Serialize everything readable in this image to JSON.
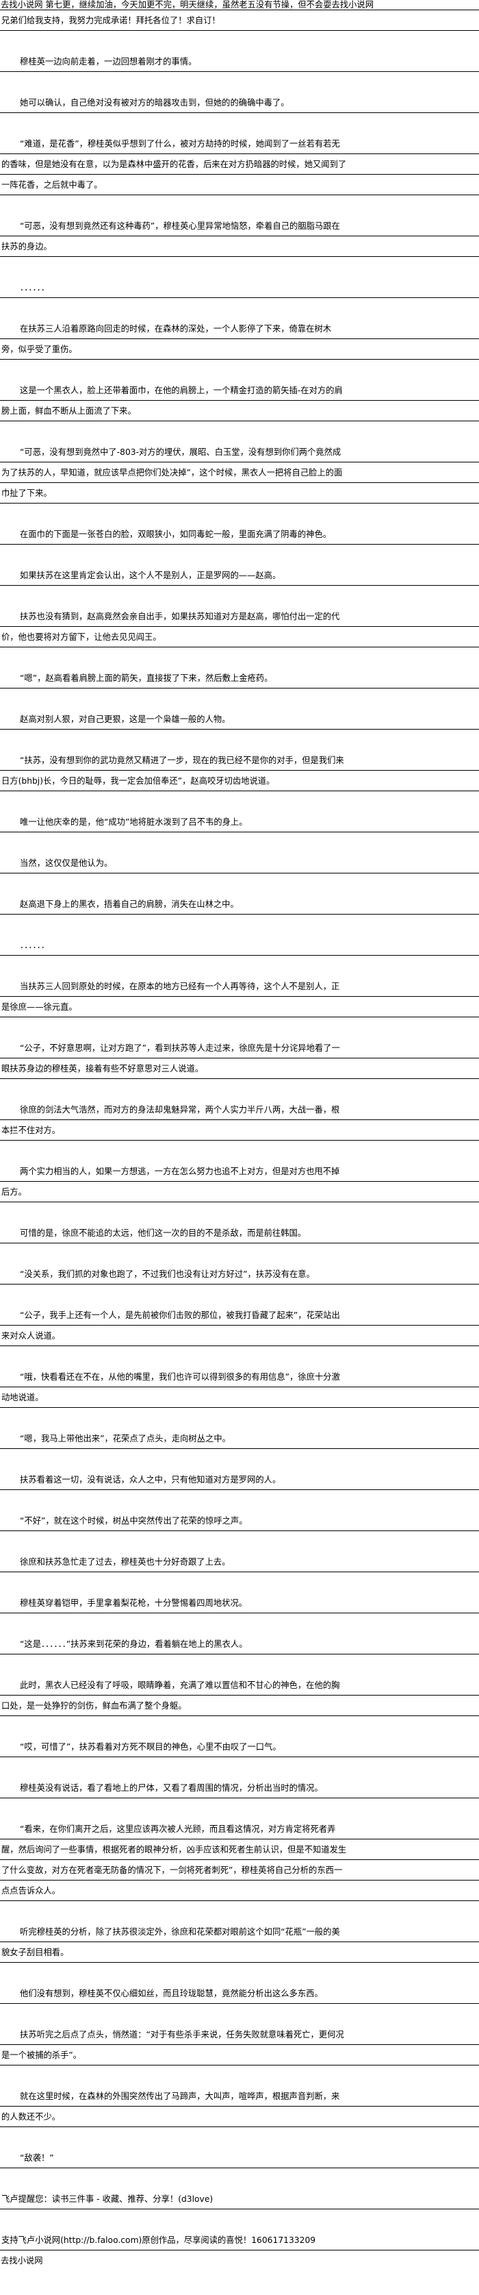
{
  "watermark": "去找小说网",
  "intro": {
    "line1": "第七更，继续加油，今天加更不完，明天继续，虽然老五没有节操，但不会耍",
    "line2": "兄弟们给我支持，我努力完成承诺！拜托各位了！求自订！"
  },
  "paragraphs": [
    "穆桂英一边向前走着，一边回想着刚才的事情。",
    "她可以确认，自己绝对没有被对方的暗器攻击到，但她的的确确中毒了。",
    "“难道，是花香”，穆桂英似乎想到了什么，被对方劫持的时候，她闻到了一丝若有若无的香味，但是她没有在意，以为是森林中盛开的花香，后来在对方扔暗器的时候，她又闻到了一阵花香，之后就中毒了。",
    "“可恶，没有想到竟然还有这种毒药”，穆桂英心里异常地恼怒，牵着自己的胭脂马跟在扶苏的身边。",
    "．．．．．．",
    "在扶苏三人沿着原路向回走的时候，在森林的深处，一个人影停了下来，倚靠在树木旁，似乎受了重伤。",
    "这是一个黑衣人，脸上还带着面巾，在他的肩膀上，一个精金打造的箭矢插-在对方的肩膀上面，鲜血不断从上面流了下来。",
    "“可恶，没有想到竟然中了-803-对方的埋伏，展昭、白玉堂，没有想到你们两个竟然成为了扶苏的人，早知道，就应该早点把你们处决掉”，这个时候，黑衣人一把将自己脸上的面巾扯了下来。",
    "在面巾的下面是一张苍白的脸，双眼狭小，如同毒蛇一般，里面充满了阴毒的神色。",
    "如果扶苏在这里肯定会认出，这个人不是别人，正是罗网的——赵高。",
    "扶苏也没有猜到，赵高竟然会亲自出手，如果扶苏知道对方是赵高，哪怕付出一定的代价，他也要将对方留下，让他去见见阎王。",
    "“嗯”，赵高看着肩膀上面的箭矢，直接拔了下来，然后敷上金疮药。",
    "赵高对别人狠，对自己更狠，这是一个枭雄一般的人物。",
    "“扶苏，没有想到你的武功竟然又精进了一步，现在的我已经不是你的对手，但是我们来日方(bhbj)长，今日的耻辱，我一定会加倍奉还”，赵高咬牙切齿地说道。",
    "唯一让他庆幸的是，他“成功”地将脏水泼到了吕不韦的身上。",
    "当然，这仅仅是他认为。",
    "赵高退下身上的黑衣，捂着自己的肩膀，消失在山林之中。",
    "．．．．．．",
    "当扶苏三人回到原处的时候，在原本的地方已经有一个人再等待，这个人不是别人，正是徐庶——徐元直。",
    "“公子，不好意思啊，让对方跑了”，看到扶苏等人走过来，徐庶先是十分诧异地看了一眼扶苏身边的穆桂英，接着有些不好意思对三人说道。",
    "徐庶的剑法大气浩然，而对方的身法却鬼魅异常，两个人实力半斤八两，大战一番，根本拦不住对方。",
    "两个实力相当的人，如果一方想逃，一方在怎么努力也追不上对方，但是对方也甩不掉后方。",
    "可惜的是，徐庶不能追的太远，他们这一次的目的不是杀敌，而是前往韩国。",
    "“没关系，我们抓的对象也跑了，不过我们也没有让对方好过”，扶苏没有在意。",
    "“公子，我手上还有一个人，是先前被你们击败的那位，被我打昏藏了起来”，花荣站出来对众人说道。",
    "“哦，快看看还在不在，从他的嘴里，我们也许可以得到很多的有用信息”，徐庶十分激动地说道。",
    "“嗯，我马上带他出来”，花荣点了点头，走向树丛之中。",
    "扶苏看着这一切，没有说话，众人之中，只有他知道对方是罗网的人。",
    "“不好”，就在这个时候，树丛中突然传出了花荣的惊呼之声。",
    "徐庶和扶苏急忙走了过去，穆桂英也十分好奇跟了上去。",
    "穆桂英穿着铠甲，手里拿着梨花枪，十分警惕着四周地状况。",
    "“这是．．．．．．”扶苏来到花荣的身边，看着躺在地上的黑衣人。",
    "此时，黑衣人已经没有了呼吸，眼睛睁着，充满了难以置信和不甘心的神色，在他的胸口处，是一处狰狞的剑伤，鲜血布满了整个身躯。",
    "“哎，可惜了”，扶苏看着对方死不瞑目的神色，心里不由叹了一口气。",
    "穆桂英没有说话，看了看地上的尸体，又看了看周围的情况，分析出当时的情况。",
    "“看来，在你们离开之后，这里应该再次被人光顾，而且看这情况，对方肯定将死者弄醒，然后询问了一些事情，根据死者的眼神分析，凶手应该和死者生前认识，但是不知道发生了什么变故，对方在死者毫无防备的情况下，一剑将死者刺死”，穆桂英将自己分析的东西一点点告诉众人。",
    "听完穆桂英的分析，除了扶苏很淡定外，徐庶和花荣都对眼前这个如同“花瓶”一般的美貌女子刮目相看。",
    "他们没有想到，穆桂英不仅心细如丝，而且玲珑聪慧，竟然能分析出这么多东西。",
    "扶苏听完之后点了点头，悄然道：“对于有些杀手来说，任务失败就意味着死亡，更何况是一个被捕的杀手”。",
    "就在这里时候，在森林的外围突然传出了马蹄声，大叫声，喧哗声，根据声音判断，来的人数还不少。",
    "“敌袭！”"
  ],
  "footer": {
    "reminder": "飞卢提醒您：读书三件事 - 收藏、推荐、分享！(d3love)",
    "support": "支持飞卢小说网(http://b.faloo.com)原创作品，尽享阅读的喜悦！160617133209",
    "site": "去找小说网"
  }
}
